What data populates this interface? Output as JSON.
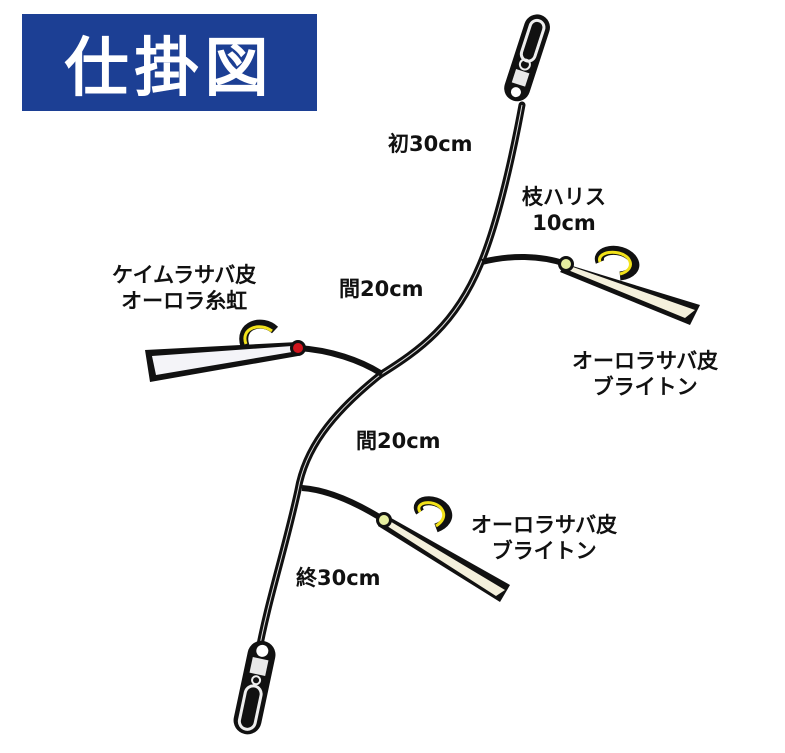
{
  "title": "仕掛図",
  "colors": {
    "title_bg": "#1c3f94",
    "title_text": "#ffffff",
    "line": "#111111",
    "hook": "#f2e21a",
    "bead_red": "#d0141c",
    "bead_luminous": "#e6eea0"
  },
  "labels": {
    "leader_top": "初30cm",
    "branch_line": [
      "枝ハリス",
      "10cm"
    ],
    "interval_1": "間20cm",
    "interval_2": "間20cm",
    "leader_bottom": "終30cm",
    "hook_left": [
      "ケイムラサバ皮",
      "オーロラ糸虹"
    ],
    "hook_right_upper": [
      "オーロラサバ皮",
      "ブライトン"
    ],
    "hook_right_lower": [
      "オーロラサバ皮",
      "ブライトン"
    ]
  },
  "icons": {
    "top_snap_swivel": "snap-swivel-icon",
    "bottom_snap_swivel": "snap-swivel-icon",
    "hook": "hook-icon",
    "sabiki_skin": "fish-skin-lure-icon"
  }
}
